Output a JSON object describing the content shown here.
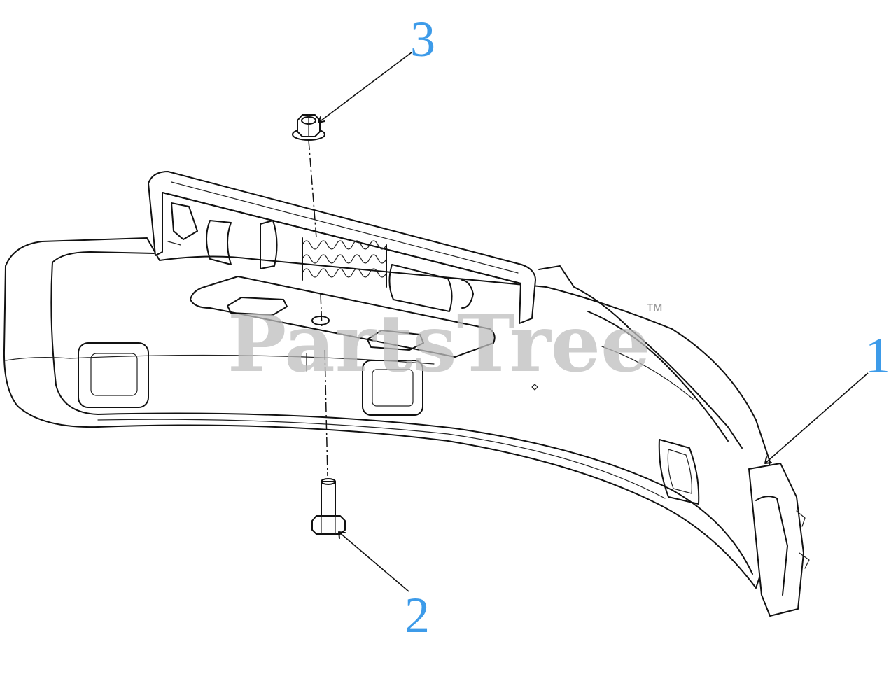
{
  "watermark": {
    "brand": "PartsTree",
    "trademark": "™"
  },
  "callouts": [
    {
      "id": "1",
      "label": "1"
    },
    {
      "id": "2",
      "label": "2"
    },
    {
      "id": "3",
      "label": "3"
    }
  ],
  "colors": {
    "callout": "#3d9be9",
    "linework": "#111111",
    "watermark": "#bdbdbd"
  }
}
